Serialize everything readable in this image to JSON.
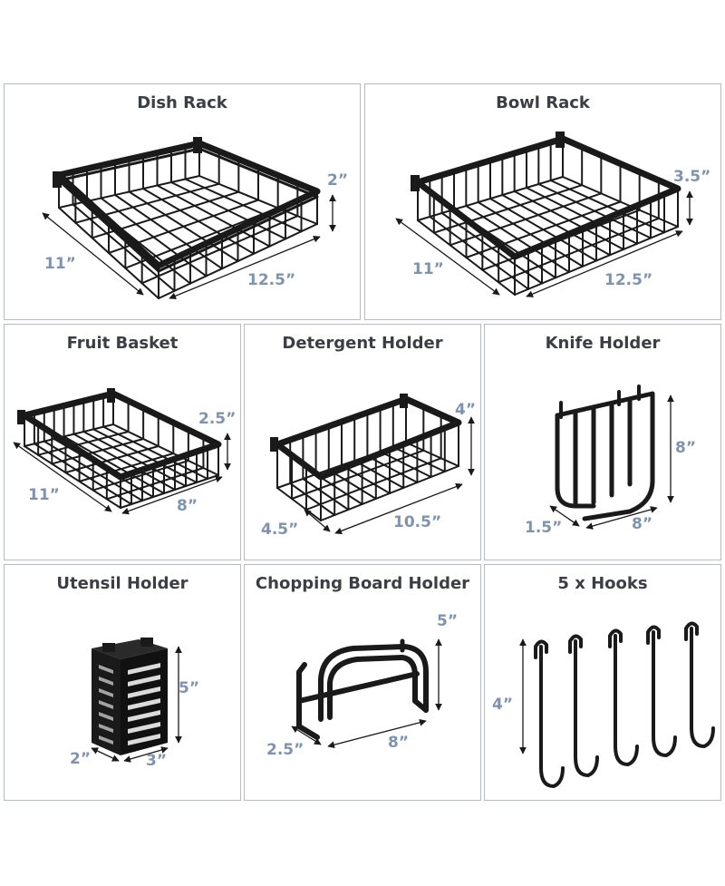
{
  "panels": {
    "dish_rack": {
      "title": "Dish Rack",
      "height": "2”",
      "width": "12.5”",
      "depth": "11”"
    },
    "bowl_rack": {
      "title": "Bowl Rack",
      "height": "3.5”",
      "width": "12.5”",
      "depth": "11”"
    },
    "fruit_basket": {
      "title": "Fruit Basket",
      "height": "2.5”",
      "width": "8”",
      "depth": "11”"
    },
    "detergent_holder": {
      "title": "Detergent Holder",
      "height": "4”",
      "width": "10.5”",
      "depth": "4.5”"
    },
    "knife_holder": {
      "title": "Knife Holder",
      "height": "8”",
      "width": "8”",
      "depth": "1.5”"
    },
    "utensil_holder": {
      "title": "Utensil Holder",
      "height": "5”",
      "width": "3”",
      "depth": "2”"
    },
    "chopping_board_holder": {
      "title": "Chopping Board Holder",
      "height": "5”",
      "width": "8”",
      "depth": "2.5”"
    },
    "hooks": {
      "title": "5 x Hooks",
      "height": "4”"
    }
  }
}
